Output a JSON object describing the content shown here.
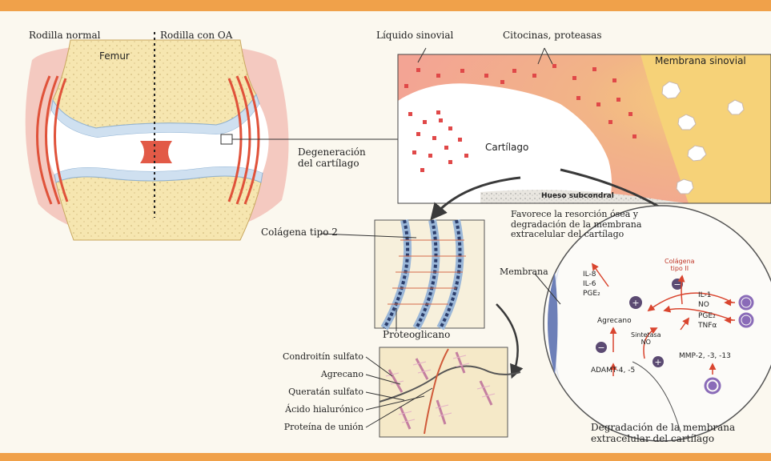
{
  "knee": {
    "normal_label": "Rodilla normal",
    "oa_label": "Rodilla con OA",
    "femur_label": "Femur"
  },
  "degeneration_label": "Degeneración\ndel cartílago",
  "detail": {
    "synovial_fluid": "Líquido sinovial",
    "cytokines": "Citocinas, proteasas",
    "synovial_membrane": "Membrana sinovial",
    "cartilage": "Cartílago",
    "subchondral_bone": "Hueso subcondral"
  },
  "collagen_box": {
    "collagen_label": "Colágena tipo 2",
    "proteoglycan_label": "Proteoglicano"
  },
  "proteoglycan_labels": [
    "Condroitín sulfato",
    "Agrecano",
    "Queratán sulfato",
    "Ácido hialurónico",
    "Proteína de unión"
  ],
  "top_caption": "Favorece la resorción ósea y\ndegradación de la membrana\nextracelular del cartílago",
  "cell": {
    "membrane": "Membrana",
    "il8": "IL-8",
    "il6": "IL-6",
    "pge2_left": "PGE₂",
    "collagen_ii": "Colágena\ntipo II",
    "il1": "IL-1",
    "no_right": "NO",
    "pge2_right": "PGE₂",
    "tnfa": "TNFα",
    "agrecano": "Agrecano",
    "sintetasa": "Sintetasa\nNO",
    "adamt": "ADAMT-4, -5",
    "mmp": "MMP-2, -3, -13"
  },
  "bottom_caption": "Degradación de la membrana\nextracelular del cartílago",
  "colors": {
    "band": "#f0a14a",
    "ligament": "#e0523a",
    "membrane_pink": "#f4c9c0",
    "bone": "#f6e6b0",
    "cartilage_blue": "#cfe0f0",
    "cytokine_red": "#e04848",
    "cell_purple": "#8a6bb8"
  }
}
